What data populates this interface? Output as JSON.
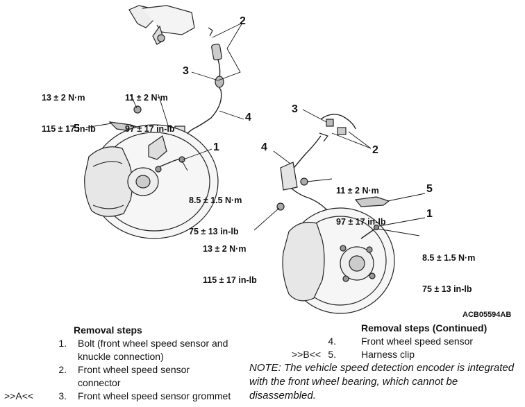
{
  "figure": {
    "callouts": {
      "left_2": "2",
      "left_3": "3",
      "left_4": "4",
      "left_5": "5",
      "left_1": "1",
      "right_3": "3",
      "right_4": "4",
      "right_2": "2",
      "right_5": "5",
      "right_1": "1"
    },
    "torques": {
      "t1_line1": "13 ± 2 N·m",
      "t1_line2": "115 ± 17 in-lb",
      "t2_line1": "11 ± 2 N·m",
      "t2_line2": "97 ± 17 in-lb",
      "t3_line1": "8.5 ± 1.5 N·m",
      "t3_line2": "75 ± 13 in-lb",
      "t4_line1": "11 ± 2 N·m",
      "t4_line2": "97 ± 17 in-lb",
      "t5_line1": "13 ± 2 N·m",
      "t5_line2": "115 ± 17 in-lb",
      "t6_line1": "8.5 ± 1.5 N·m",
      "t6_line2": "75 ± 13 in-lb"
    },
    "figure_code": "ACB05594AB"
  },
  "removal_left": {
    "title": "Removal steps",
    "items": [
      {
        "marker": "",
        "num": "1.",
        "text": "Bolt (front wheel speed sensor and"
      },
      {
        "marker": "",
        "num": "",
        "text": "knuckle connection)"
      },
      {
        "marker": "",
        "num": "2.",
        "text": "Front wheel speed sensor"
      },
      {
        "marker": "",
        "num": "",
        "text": "connector"
      },
      {
        "marker": ">>A<<",
        "num": "3.",
        "text": "Front wheel speed sensor grommet"
      }
    ]
  },
  "removal_right": {
    "title": "Removal steps (Continued)",
    "items": [
      {
        "marker": "",
        "num": "4.",
        "text": "Front wheel speed sensor"
      },
      {
        "marker": ">>B<<",
        "num": "5.",
        "text": "Harness clip"
      }
    ]
  },
  "note": "NOTE: The vehicle speed detection encoder is integrated with the front wheel bearing, which cannot be disassembled."
}
